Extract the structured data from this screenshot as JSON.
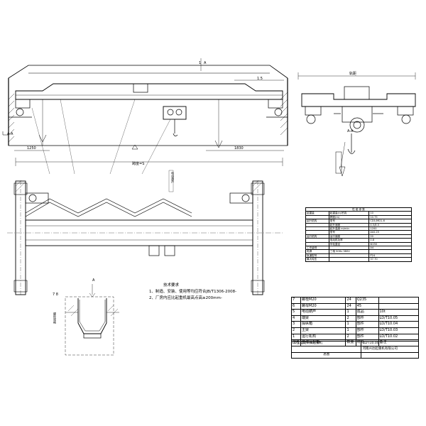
{
  "front_view": {
    "dim_top_i": "1",
    "dim_top_a": "A",
    "dim_left": "1250",
    "dim_right": "1830",
    "span_label": "跨度=S",
    "rail_label": "1.5",
    "side_label": "A-A"
  },
  "side_view": {
    "dim_top": "轨距",
    "label_a": "A-A"
  },
  "detail_label": "7  8",
  "detail_note": "螺栓规格",
  "section_label": "A",
  "vertical_label": "电动葫芦",
  "tech": {
    "title": "技术要求",
    "line1": "1、制造、安装、使用等均应符合JB/T1306-2008-",
    "line2": "2、厂房内应比起重机最高点高≥200mm-"
  },
  "spec_table": {
    "header": "性  能  参  数",
    "rows": [
      [
        "起重量",
        "起重量(t)/吊钩",
        "10"
      ],
      [
        "",
        "跨度(m)",
        "10.75"
      ],
      [
        "起升机构",
        "型号",
        "CD1/MD1-6"
      ],
      [
        "",
        "起升速度",
        "4.5/8.5"
      ],
      [
        "",
        "起升高度 m/min",
        "1200"
      ],
      [
        "",
        "型号",
        "Ak0.25"
      ],
      [
        "运行机构",
        "运行速度",
        "20"
      ],
      [
        "",
        "电动机功率",
        "0.8"
      ],
      [
        "",
        "车轮直径",
        "Ф250"
      ],
      [
        "工作级别",
        "",
        "A4"
      ],
      [
        "电源",
        "三相  50Hz  380V",
        ""
      ],
      [
        "轨道型号",
        "",
        "P24"
      ],
      [
        "最大轮压",
        "",
        "37.70"
      ]
    ]
  },
  "bom": {
    "rows": [
      [
        "7",
        "螺栓M20",
        "24",
        "Q235",
        ""
      ],
      [
        "6",
        "螺母M20",
        "24",
        "45",
        ""
      ],
      [
        "5",
        "电动葫芦",
        "1",
        "成品",
        "10t"
      ],
      [
        "4",
        "端梁",
        "2",
        "部件",
        "LD/T10.05"
      ],
      [
        "3",
        "操纵箱",
        "1",
        "部件",
        "LD/T10.04"
      ],
      [
        "2",
        "主梁",
        "1",
        "部件",
        "LD/T10.03"
      ],
      [
        "1",
        "运行机构",
        "2",
        "部件",
        "LD/T10.02"
      ]
    ],
    "header": [
      "序号",
      "名称及规格",
      "数量",
      "材料",
      "备注"
    ]
  },
  "title_block": {
    "name": "LD型电动单梁起重机",
    "code": "LD/T10.00",
    "company": "河南兴达起重机有限公司",
    "sheet": "总图"
  }
}
